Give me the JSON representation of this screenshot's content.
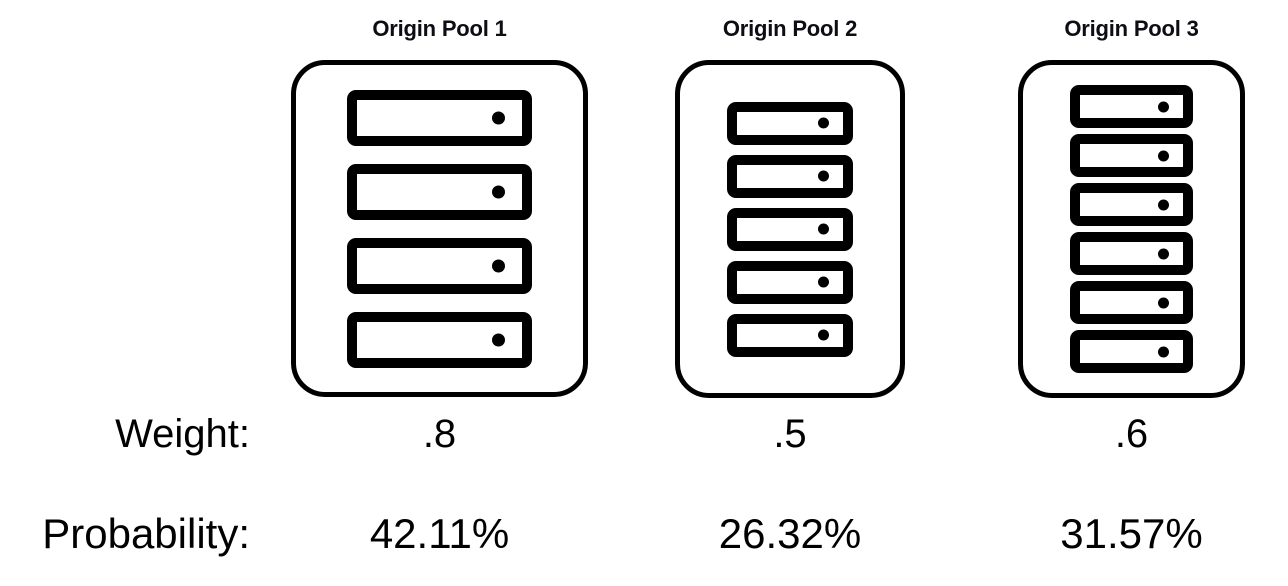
{
  "diagram": {
    "title_hidden": "",
    "pools": [
      {
        "title": "Origin Pool 1",
        "server_count": 4,
        "weight": ".8",
        "probability": "42.11%"
      },
      {
        "title": "Origin Pool 2",
        "server_count": 5,
        "weight": ".5",
        "probability": "26.32%"
      },
      {
        "title": "Origin Pool 3",
        "server_count": 6,
        "weight": ".6",
        "probability": "31.57%"
      }
    ],
    "rows": {
      "weight_label": "Weight:",
      "probability_label": "Probability:"
    },
    "colors": {
      "stroke": "#000000",
      "background": "#ffffff",
      "title_text": "#0d0d14",
      "body_text": "#000000"
    },
    "icons": {
      "server": "server-icon",
      "led": "status-led-icon"
    }
  }
}
